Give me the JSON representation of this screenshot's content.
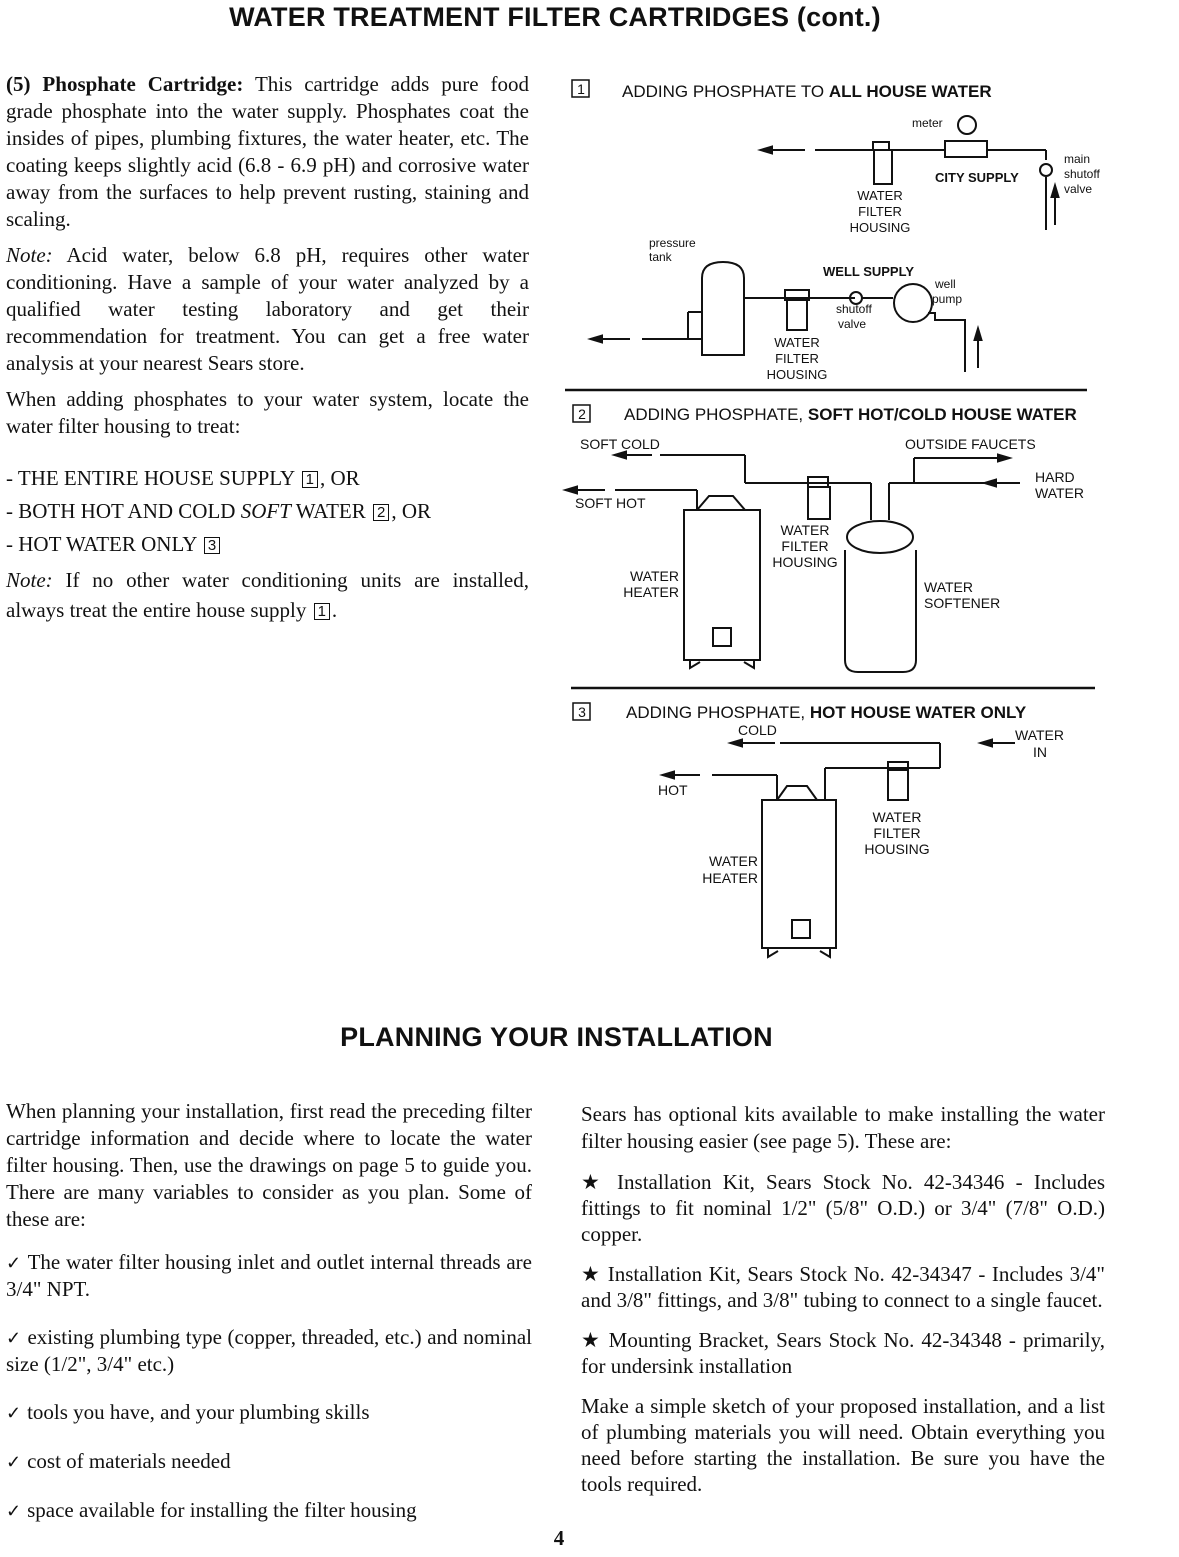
{
  "page_title": "WATER TREATMENT FILTER CARTRIDGES (cont.)",
  "left": {
    "p1_bold": "(5) Phosphate Cartridge:",
    "p1": " This cartridge adds pure food grade phosphate into the water supply. Phosphates coat the insides of pipes, plumbing fixtures, the water heater, etc. The coating keeps slightly acid (6.8 - 6.9 pH) and corrosive water away from the surfaces to help prevent rusting, staining and scaling.",
    "note1_label": "Note:",
    "note1": " Acid water, below 6.8 pH, requires other water conditioning. Have a sample of your water analyzed by a qualified water testing laboratory and get their recommendation for treatment. You can get a free water analysis at your nearest Sears store.",
    "p3": "When adding phosphates to your water system, locate the water filter housing to treat:",
    "list": [
      {
        "pre": "- THE ENTIRE HOUSE SUPPLY ",
        "box": "1",
        "post": ", OR"
      },
      {
        "pre": "- BOTH HOT AND COLD ",
        "em": "SOFT",
        "post2": " WATER ",
        "box": "2",
        "post": ", OR"
      },
      {
        "pre": "- HOT WATER ONLY ",
        "box": "3",
        "post": ""
      }
    ],
    "note2_label": "Note:",
    "note2": " If no other water conditioning units are installed, always treat the entire house supply ",
    "note2_box": "1",
    "note2_end": "."
  },
  "diagram1": {
    "box": "1",
    "title_pre": "ADDING PHOSPHATE TO ",
    "title_bold": "ALL HOUSE WATER",
    "meter": "meter",
    "city_supply": "CITY SUPPLY",
    "main_shutoff": [
      "main",
      "shutoff",
      "valve"
    ],
    "filter1": [
      "WATER",
      "FILTER",
      "HOUSING"
    ],
    "pressure_tank": [
      "pressure",
      "tank"
    ],
    "well_supply": "WELL SUPPLY",
    "well_pump": [
      "well",
      "pump"
    ],
    "shutoff_valve": [
      "shutoff",
      "valve"
    ],
    "filter2": [
      "WATER",
      "FILTER",
      "HOUSING"
    ]
  },
  "diagram2": {
    "box": "2",
    "title_pre": "ADDING PHOSPHATE, ",
    "title_bold": "SOFT HOT/COLD HOUSE WATER",
    "soft_cold": "SOFT COLD",
    "outside_faucets": "OUTSIDE FAUCETS",
    "hard_water": [
      "HARD",
      "WATER"
    ],
    "soft_hot": "SOFT HOT",
    "filter": [
      "WATER",
      "FILTER",
      "HOUSING"
    ],
    "heater": [
      "WATER",
      "HEATER"
    ],
    "softener": [
      "WATER",
      "SOFTENER"
    ]
  },
  "diagram3": {
    "box": "3",
    "title_pre": "ADDING PHOSPHATE, ",
    "title_bold": "HOT HOUSE WATER ONLY",
    "cold": "COLD",
    "water_in": [
      "WATER",
      "IN"
    ],
    "hot": "HOT",
    "filter": [
      "WATER",
      "FILTER",
      "HOUSING"
    ],
    "heater": [
      "WATER",
      "HEATER"
    ]
  },
  "planning": {
    "title": "PLANNING YOUR INSTALLATION",
    "intro": "When planning your installation, first read the preceding filter cartridge information and decide where to locate the water filter housing. Then, use the drawings on page 5 to guide you. There are many variables to consider as you plan. Some of these are:",
    "checks": [
      "The water filter housing inlet and outlet internal threads are 3/4\" NPT.",
      "existing plumbing type (copper, threaded, etc.) and nominal size (1/2\", 3/4\" etc.)",
      "tools you have, and your plumbing skills",
      "cost of materials needed",
      "space available for installing the filter housing"
    ],
    "kits_intro": "Sears has optional kits available to make installing the water filter housing easier (see page 5). These are:",
    "kits": [
      "Installation Kit, Sears Stock No. 42-34346 - Includes fittings to fit nominal 1/2\" (5/8\" O.D.) or 3/4\" (7/8\" O.D.) copper.",
      "Installation Kit, Sears Stock No. 42-34347 - Includes 3/4\" and 3/8\" fittings, and 3/8\" tubing to connect to a single faucet.",
      "Mounting Bracket, Sears Stock No. 42-34348 - primarily, for undersink installation"
    ],
    "closing": "Make a simple sketch of your proposed installation, and a list of plumbing materials you will need. Obtain everything you need before starting the installation. Be sure you have the tools required."
  },
  "page_number": "4"
}
